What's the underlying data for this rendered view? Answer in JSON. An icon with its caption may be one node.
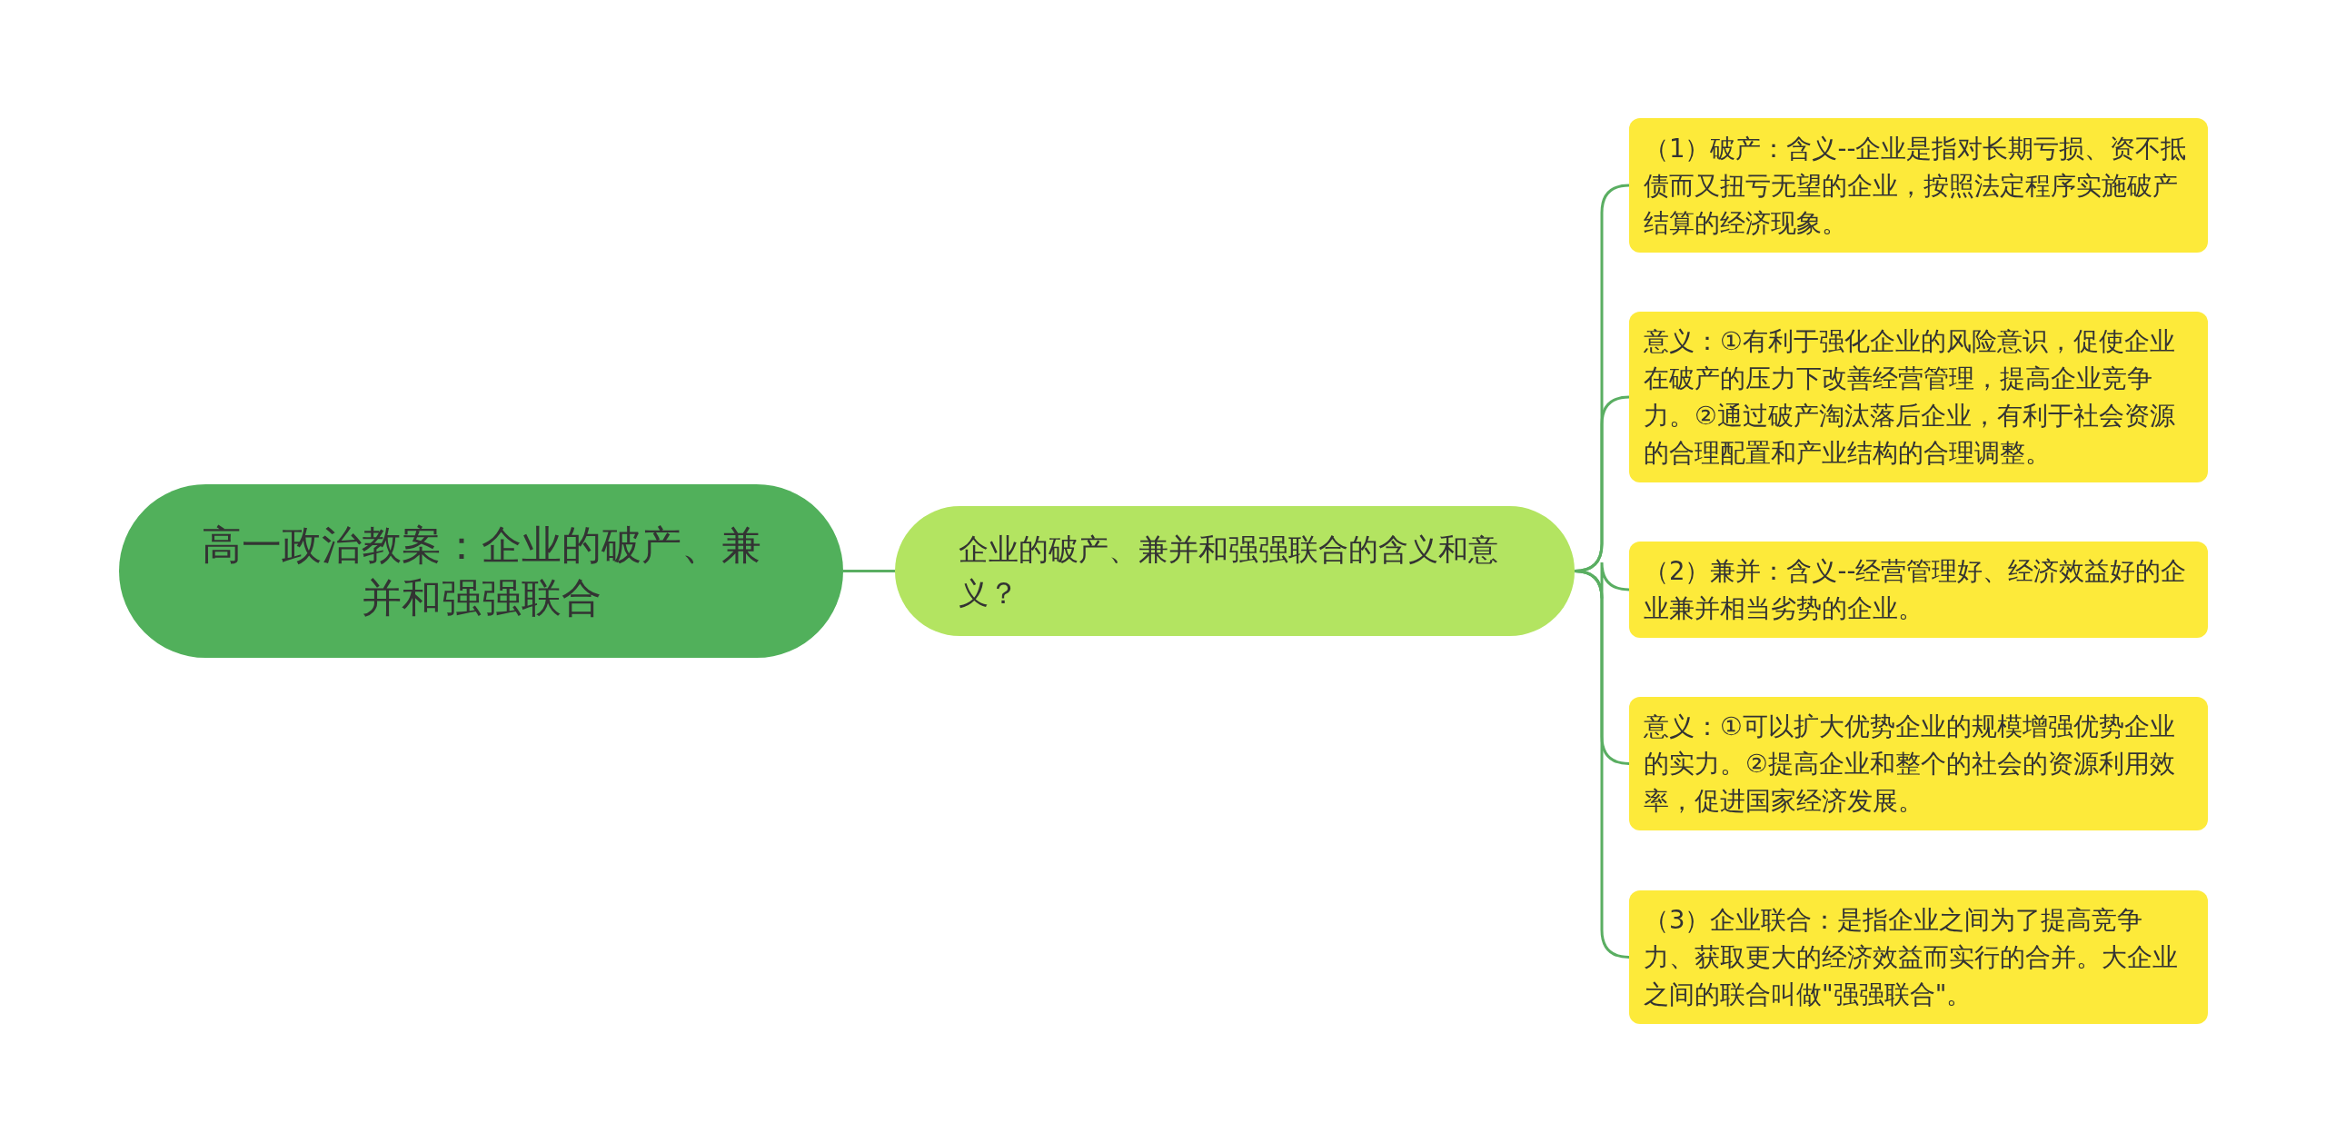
{
  "diagram": {
    "nodes": [
      {
        "text": [
          "高一政治教案：企业的破产、兼并和强强联合"
        ]
      },
      {
        "text": [
          "企业的破产、兼并和强强联合的含义和意义？"
        ]
      },
      {
        "text": [
          "（1）破产：含义--企业是指对长期亏损、资不抵债而又扭亏无望的企业，按照法定程序实施破产结算的经济现象。"
        ]
      },
      {
        "text": [
          "意义：①有利于强化企业的风险意识，促使企业在破产的压力下改善经营管理，提高企业竞争力。②通过破产淘汰落后企业，有利于社会资源的合理配置和产业结构的合理调整。"
        ]
      },
      {
        "text": [
          "（2）兼并：含义--经营管理好、经济效益好的企业兼并相当劣势的企业。"
        ]
      },
      {
        "text": [
          "意义：①可以扩大优势企业的规模增强优势企业的实力。②提高企业和整个的社会的资源利用效率，促进国家经济发展。"
        ]
      },
      {
        "text": [
          "（3）企业联合：是指企业之间为了提高竞争力、获取更大的经济效益而实行的合并。大企业之间的联合叫做\"强强联合\"。"
        ]
      }
    ],
    "edges": [
      {
        "from": 0,
        "to": 1,
        "arrow": "none"
      },
      {
        "from": 1,
        "to": 2,
        "arrow": "none"
      },
      {
        "from": 1,
        "to": 3,
        "arrow": "none"
      },
      {
        "from": 1,
        "to": 4,
        "arrow": "none"
      },
      {
        "from": 1,
        "to": 5,
        "arrow": "none"
      },
      {
        "from": 1,
        "to": 6,
        "arrow": "none"
      }
    ]
  }
}
